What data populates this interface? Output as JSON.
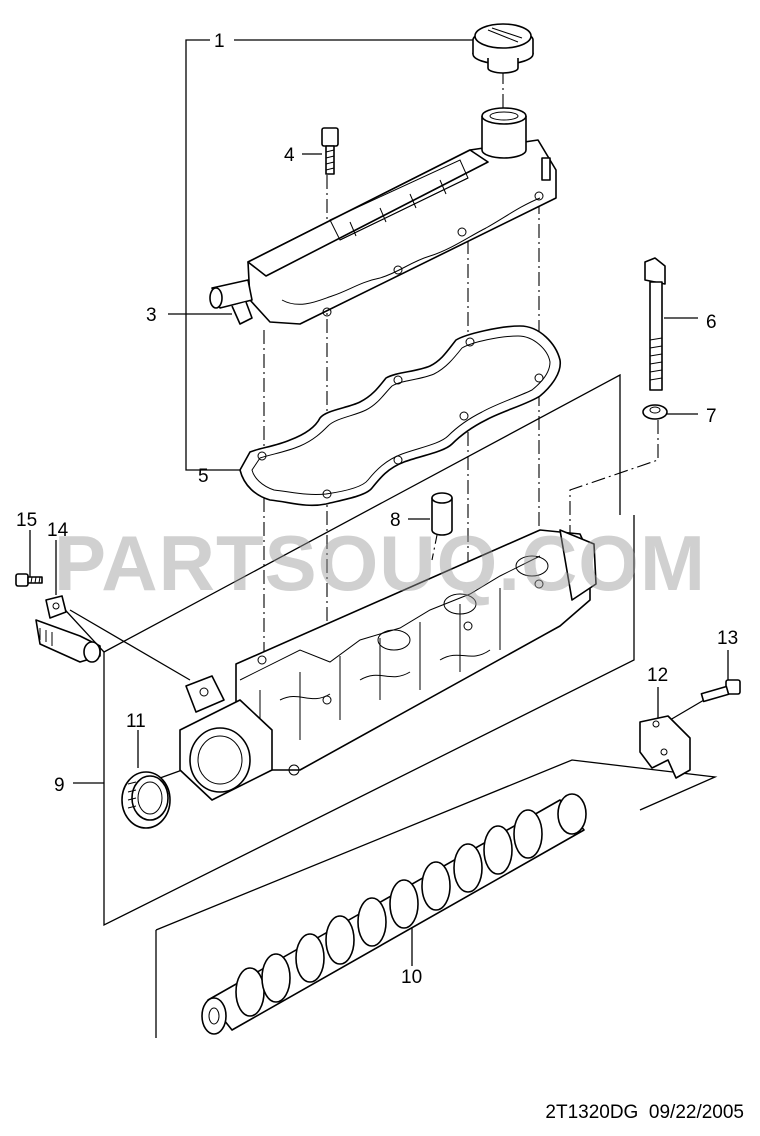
{
  "callouts": {
    "c1": "1",
    "c2": "3",
    "c3": "4",
    "c4": "5",
    "c5": "6",
    "c6": "7",
    "c7": "8",
    "c8": "9",
    "c9": "10",
    "c10": "11",
    "c11": "12",
    "c12": "13",
    "c13": "14",
    "c14": "15"
  },
  "watermark": "PARTSOUQ.COM",
  "footer": {
    "code": "2T1320DG",
    "date": "09/22/2005"
  }
}
